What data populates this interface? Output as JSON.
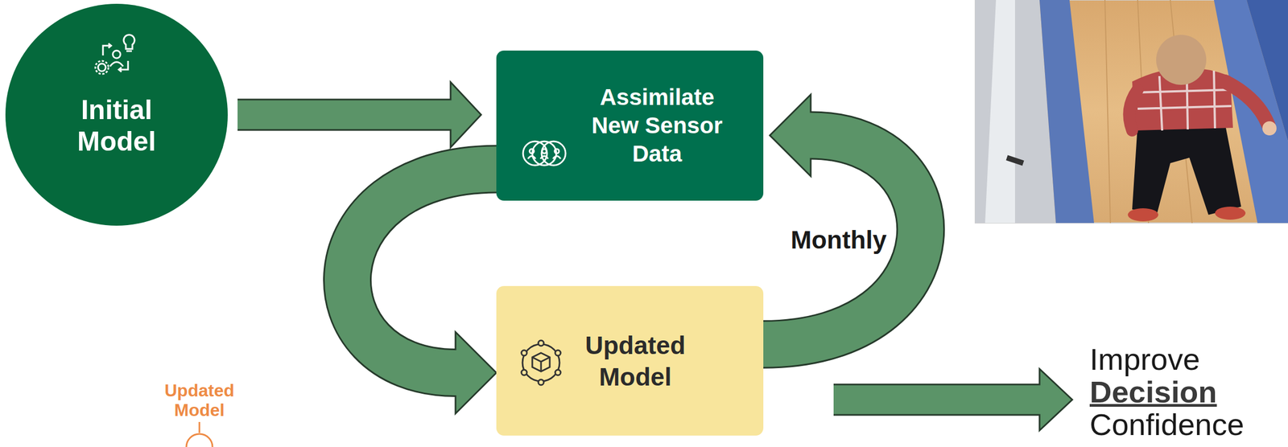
{
  "diagram": {
    "nodes": [
      {
        "text": [
          "Initial Model"
        ]
      },
      {
        "text": [
          "Assimilate New Sensor Data"
        ]
      },
      {
        "text": [
          "Updated Model"
        ]
      },
      {
        "text": [
          "Improve Decision Confidence"
        ]
      }
    ],
    "edges": [
      {
        "from": 0,
        "to": 1,
        "arrow": "to"
      },
      {
        "from": 1,
        "to": 2,
        "arrow": "to"
      },
      {
        "from": 2,
        "to": 1,
        "arrow": "to",
        "label": "Monthly"
      },
      {
        "from": 2,
        "to": 3,
        "arrow": "to"
      }
    ],
    "labels": [
      "Updated Model"
    ]
  }
}
